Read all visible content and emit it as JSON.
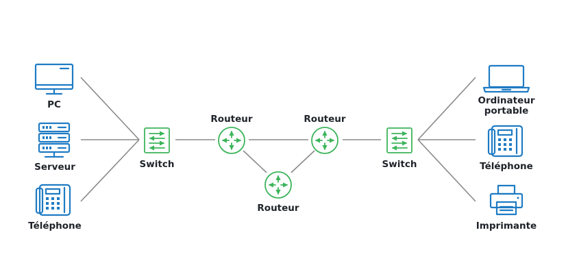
{
  "colors": {
    "device_icon": "#1e7bc4",
    "network_icon": "#3cb45a",
    "link_line": "#8a8a8a",
    "label_text": "#1f2329"
  },
  "nodes": {
    "pc": {
      "label": "PC",
      "icon": "monitor-icon"
    },
    "server": {
      "label": "Serveur",
      "icon": "server-icon"
    },
    "phone_left": {
      "label": "Téléphone",
      "icon": "phone-icon"
    },
    "switch_left": {
      "label": "Switch",
      "icon": "switch-icon"
    },
    "router_top_left": {
      "label": "Routeur",
      "icon": "router-icon"
    },
    "router_top_right": {
      "label": "Routeur",
      "icon": "router-icon"
    },
    "router_bottom": {
      "label": "Routeur",
      "icon": "router-icon"
    },
    "switch_right": {
      "label": "Switch",
      "icon": "switch-icon"
    },
    "laptop": {
      "label_line1": "Ordinateur",
      "label_line2": "portable",
      "icon": "laptop-icon"
    },
    "phone_right": {
      "label": "Téléphone",
      "icon": "phone-icon"
    },
    "printer": {
      "label": "Imprimante",
      "icon": "printer-icon"
    }
  },
  "links": [
    [
      "pc",
      "switch_left"
    ],
    [
      "server",
      "switch_left"
    ],
    [
      "phone_left",
      "switch_left"
    ],
    [
      "switch_left",
      "router_top_left"
    ],
    [
      "router_top_left",
      "router_top_right"
    ],
    [
      "router_top_left",
      "router_bottom"
    ],
    [
      "router_bottom",
      "router_top_right"
    ],
    [
      "router_top_right",
      "switch_right"
    ],
    [
      "switch_right",
      "laptop"
    ],
    [
      "switch_right",
      "phone_right"
    ],
    [
      "switch_right",
      "printer"
    ]
  ]
}
